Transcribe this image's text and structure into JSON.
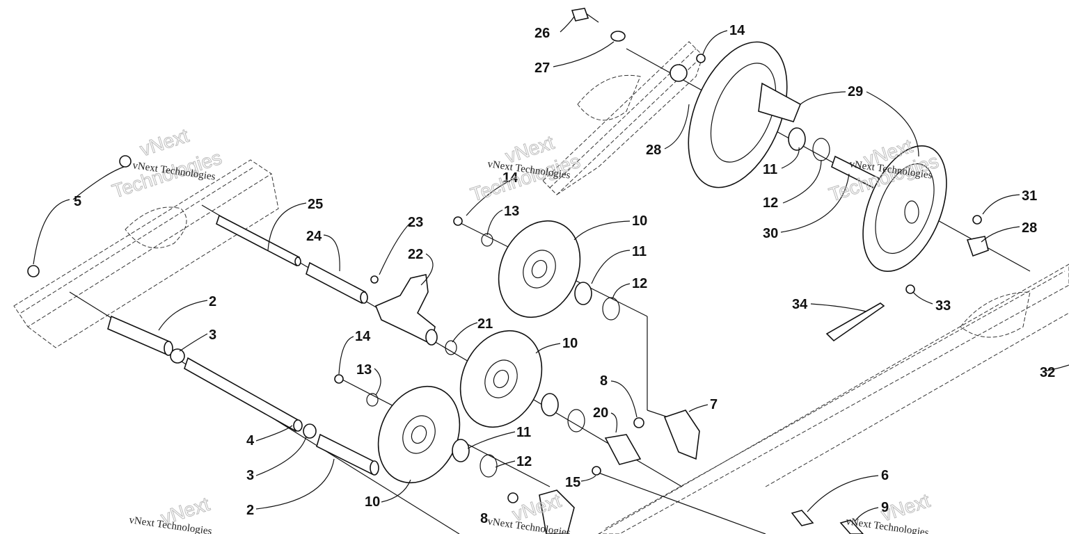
{
  "diagram": {
    "labels": [
      {
        "id": "l26",
        "text": "26"
      },
      {
        "id": "l27",
        "text": "27"
      },
      {
        "id": "l14a",
        "text": "14"
      },
      {
        "id": "l29",
        "text": "29"
      },
      {
        "id": "l28a",
        "text": "28"
      },
      {
        "id": "l11a",
        "text": "11"
      },
      {
        "id": "l12a",
        "text": "12"
      },
      {
        "id": "l30",
        "text": "30"
      },
      {
        "id": "l31",
        "text": "31"
      },
      {
        "id": "l28b",
        "text": "28"
      },
      {
        "id": "l34",
        "text": "34"
      },
      {
        "id": "l33",
        "text": "33"
      },
      {
        "id": "l32",
        "text": "32"
      },
      {
        "id": "l5",
        "text": "5"
      },
      {
        "id": "l25",
        "text": "25"
      },
      {
        "id": "l24",
        "text": "24"
      },
      {
        "id": "l23",
        "text": "23"
      },
      {
        "id": "l22",
        "text": "22"
      },
      {
        "id": "l14b",
        "text": "14"
      },
      {
        "id": "l13a",
        "text": "13"
      },
      {
        "id": "l10a",
        "text": "10"
      },
      {
        "id": "l11b",
        "text": "11"
      },
      {
        "id": "l12b",
        "text": "12"
      },
      {
        "id": "l2a",
        "text": "2"
      },
      {
        "id": "l3a",
        "text": "3"
      },
      {
        "id": "l21",
        "text": "21"
      },
      {
        "id": "l10b",
        "text": "10"
      },
      {
        "id": "l14c",
        "text": "14"
      },
      {
        "id": "l13b",
        "text": "13"
      },
      {
        "id": "l8a",
        "text": "8"
      },
      {
        "id": "l7",
        "text": "7"
      },
      {
        "id": "l20",
        "text": "20"
      },
      {
        "id": "l4",
        "text": "4"
      },
      {
        "id": "l11c",
        "text": "11"
      },
      {
        "id": "l12c",
        "text": "12"
      },
      {
        "id": "l3b",
        "text": "3"
      },
      {
        "id": "l15",
        "text": "15"
      },
      {
        "id": "l6",
        "text": "6"
      },
      {
        "id": "l2b",
        "text": "2"
      },
      {
        "id": "l10c",
        "text": "10"
      },
      {
        "id": "l9",
        "text": "9"
      },
      {
        "id": "l8b",
        "text": "8"
      }
    ],
    "watermark": {
      "line1": "vNext Technologies",
      "big1": "vNext",
      "big2": "Technologies"
    }
  }
}
